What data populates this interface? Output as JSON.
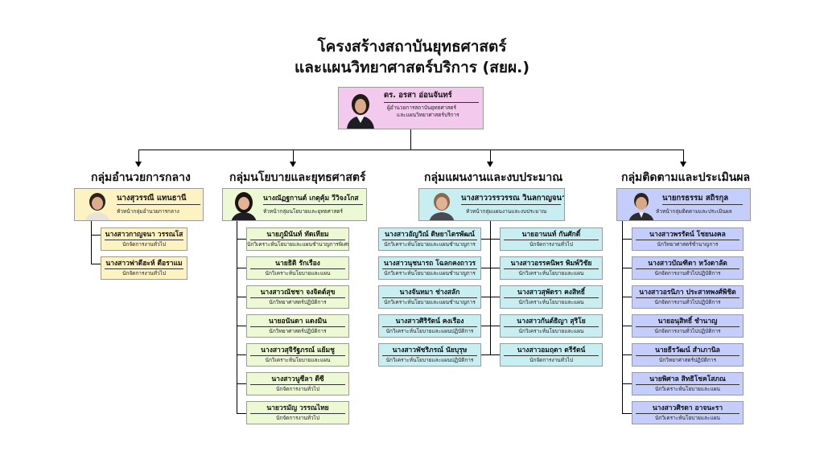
{
  "title": {
    "line1": "โครงสร้างสถาบันยุทธศาสตร์",
    "line2": "และแผนวิทยาศาสตร์บริการ (สยผ.)"
  },
  "director": {
    "name": "ดร. อรสา อ่อนจันทร์",
    "position_line1": "ผู้อำนวยการสถาบันยุทธศาสตร์",
    "position_line2": "และแผนวิทยาศาสตร์บริการ"
  },
  "groups": [
    {
      "title": "กลุ่มอำนวยการกลาง",
      "head": {
        "name": "นางสุวรรณี แทนธานี",
        "position": "หัวหน้ากลุ่มอำนวยการกลาง"
      },
      "members": [
        {
          "name": "นางสาวกาญจนา วรรณโส",
          "position": "นักจัดการงานทั่วไป"
        },
        {
          "name": "นางสาวฟาตีฮะห์ ดือราแม",
          "position": "นักจัดการงานทั่วไป"
        }
      ]
    },
    {
      "title": "กลุ่มนโยบายและยุทธศาสตร์",
      "head": {
        "name": "นางณัฏฐกานต์ เกตุคุ้ม วีวิจงโกส",
        "position": "หัวหน้ากลุ่มนโยบายและยุทธศาสตร์"
      },
      "members": [
        {
          "name": "นายภูมินันท์ ทัดเทียม",
          "position": "นักวิเคราะห์นโยบายและแผนชำนาญการพิเศษ"
        },
        {
          "name": "นายธิติ รักเรือง",
          "position": "นักวิเคราะห์นโยบายและแผน"
        },
        {
          "name": "นางสาวณัชชา จงจิตต์สุข",
          "position": "นักวิทยาศาสตร์ปฏิบัติการ"
        },
        {
          "name": "นายอนันดา แดงมิน",
          "position": "นักวิทยาศาสตร์ปฏิบัติการ"
        },
        {
          "name": "นางสาวสุจิรัฐภรณ์ แย้มชู",
          "position": "นักวิเคราะห์นโยบายและแผน"
        },
        {
          "name": "นางสาวนูซีลา ดีซี",
          "position": "นักจัดการงานทั่วไป"
        },
        {
          "name": "นายวรมัญ วรรณไทย",
          "position": "นักจัดการงานทั่วไป"
        }
      ]
    },
    {
      "title": "กลุ่มแผนงานและงบประมาณ",
      "head": {
        "name": "นางสาววรรวรรณ วินลกาญจนา",
        "position": "หัวหน้ากลุ่มแผนงานและงบประมาณ"
      },
      "members_left": [
        {
          "name": "นางสาวอัญวิณ์ ดิษยาไตรพัฒน์",
          "position": "นักวิเคราะห์นโยบายและแผนชำนาญการ"
        },
        {
          "name": "นางสาวนุชนารถ โฉลกคงถาวร",
          "position": "นักวิเคราะห์นโยบายและแผนชำนาญการ"
        },
        {
          "name": "นางจันทมา ช่างสลัก",
          "position": "นักวิเคราะห์นโยบายและแผนชำนาญการ"
        },
        {
          "name": "นางสาวศิริรัตน์ คงเรือง",
          "position": "นักวิเคราะห์นโยบายและแผนปฏิบัติการ"
        },
        {
          "name": "นางสาวพัชริภรณ์ นัยบุรุษ",
          "position": "นักวิเคราะห์นโยบายและแผนปฏิบัติการ"
        }
      ],
      "members_right": [
        {
          "name": "นายอานนท์ กันศักดิ์",
          "position": "นักจัดการงานทั่วไป"
        },
        {
          "name": "นางสาวอรรคนิพร พิมพ์วิชัย",
          "position": "นักวิเคราะห์นโยบายและแผน"
        },
        {
          "name": "นางสาวสุพัตรา คงสิทธิ์",
          "position": "นักวิเคราะห์นโยบายและแผน"
        },
        {
          "name": "นางสาวกันต์ธิญา สุริโย",
          "position": "นักวิเคราะห์นโยบายและแผน"
        },
        {
          "name": "นางสาวอมฤตา ตรีรัตน์",
          "position": "นักจัดการงานทั่วไป"
        }
      ]
    },
    {
      "title": "กลุ่มติดตามและประเมินผล",
      "head": {
        "name": "นายกรธรรม สถิรกุล",
        "position": "หัวหน้ากลุ่มติดตามและประเมินผล"
      },
      "members": [
        {
          "name": "นางสาวพรรัตน์ โชยนงคล",
          "position": "นักวิทยาศาสตร์ชำนาญการ"
        },
        {
          "name": "นางสาวบัณฑิตา หวังดาลัต",
          "position": "นักจัดการงานทั่วไปปฏิบัติการ"
        },
        {
          "name": "นางสาวอรนิภา ประสาทพงศ์พิชิต",
          "position": "นักจัดการงานทั่วไปปฏิบัติการ"
        },
        {
          "name": "นายอนุสิทธิ์ ชำนาญ",
          "position": "นักจัดการงานทั่วไปปฏิบัติการ"
        },
        {
          "name": "นายธีรวัฒน์ สำเภานิล",
          "position": "นักวิทยาศาสตร์ปฏิบัติการ"
        },
        {
          "name": "นายพิศาล สิทธิโชคโสภณ",
          "position": "นักวิเคราะห์นโยบายและแผน"
        },
        {
          "name": "นางสาวศิรดา อาจนะรา",
          "position": "นักวิเคราะห์นโยบายและแผน"
        }
      ]
    }
  ],
  "colors": {
    "director_bg": "#f3c9ee",
    "admin_bg": "#fdf2c1",
    "policy_bg": "#edf8d4",
    "plan_bg": "#c9eef2",
    "eval_bg": "#c5cdfb"
  }
}
